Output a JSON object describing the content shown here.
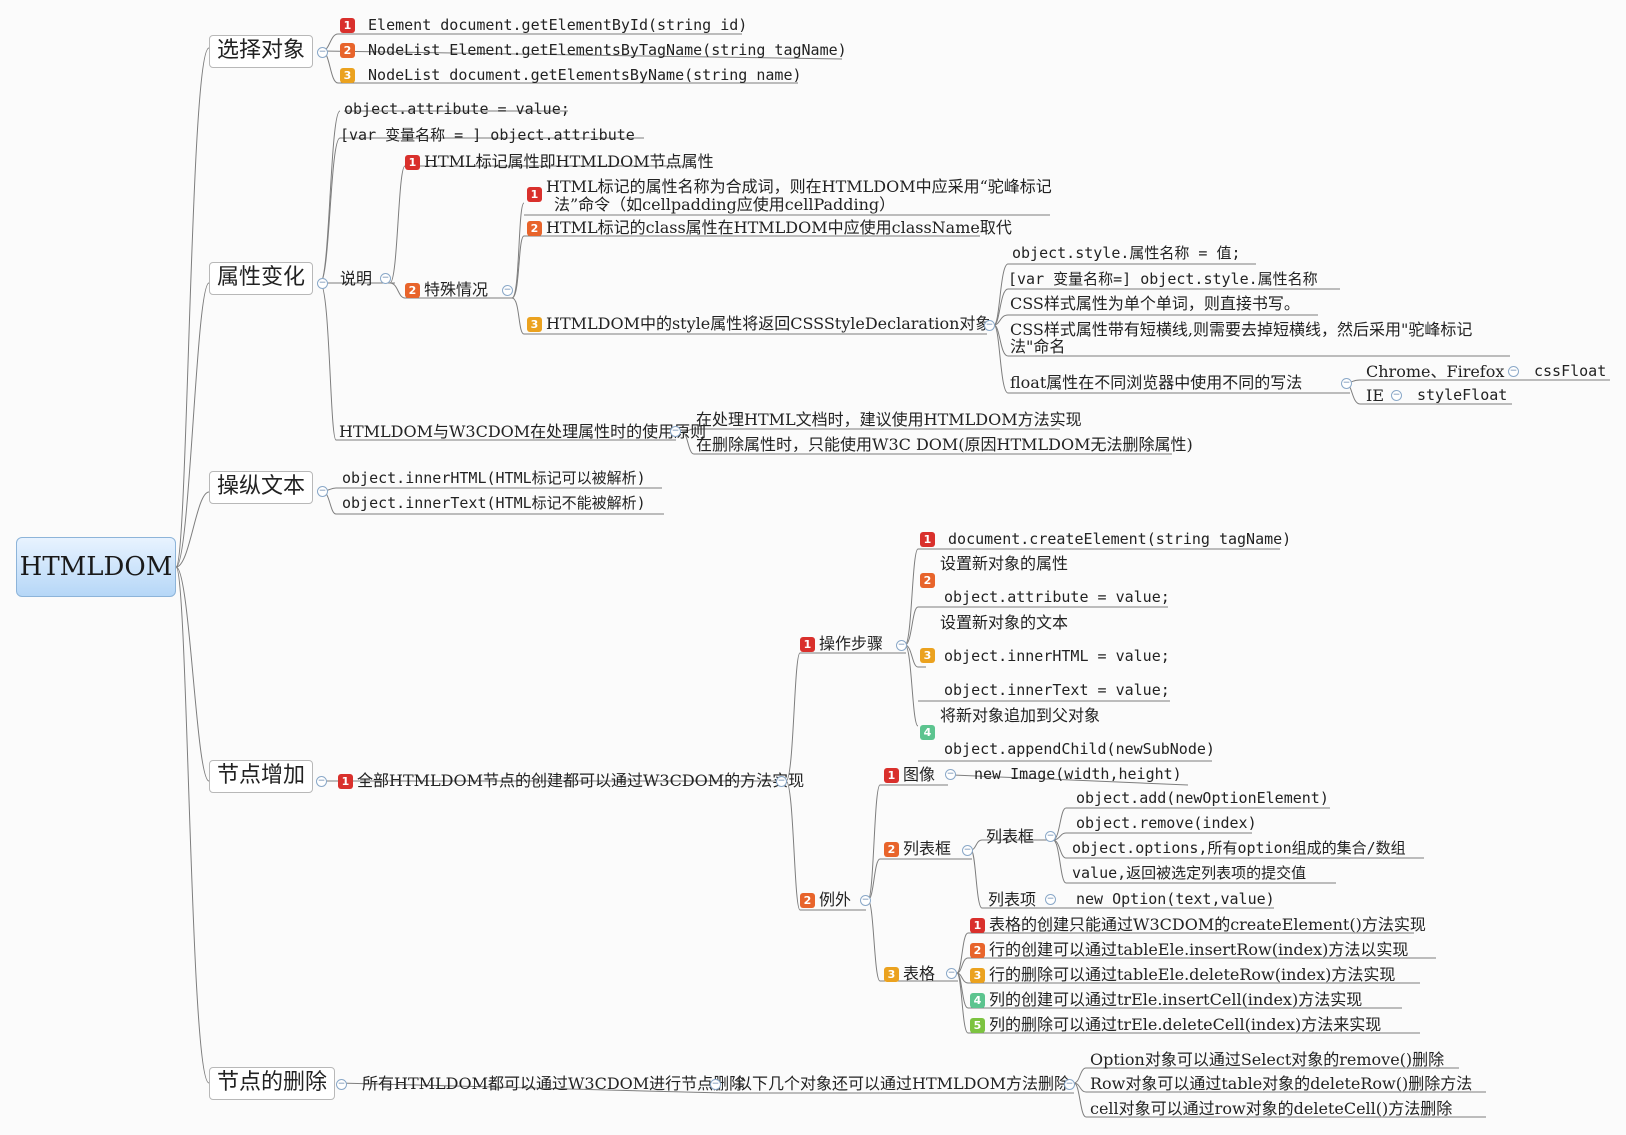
{
  "root": "HTMLDOM",
  "colors": {
    "line": "#7e7e7e",
    "root_top": "#e8f3ff",
    "root_bottom": "#b6d7f7",
    "p1": "#d9302c",
    "p2": "#e8642b",
    "p3": "#eba21f",
    "p4": "#5cc48f",
    "p5": "#7cc340"
  },
  "select": {
    "title": "选择对象",
    "items": [
      "Element document.getElementById(string id)",
      "NodeList Element.getElementsByTagName(string tagName)",
      "NodeList document.getElementsByName(string name)"
    ]
  },
  "attr": {
    "title": "属性变化",
    "set": "object.attribute = value;",
    "get": "[var 变量名称 = ] object.attribute",
    "explain": "说明",
    "html_attr": "HTML标记属性即HTMLDOM节点属性",
    "special": "特殊情况",
    "camel": "HTML标记的属性名称为合成词，则在HTMLDOM中应采用“驼峰标记法”命令（如cellpadding应使用cellPadding）",
    "camel_l1": "HTML标记的属性名称为合成词，则在HTMLDOM中应采用“驼峰标记",
    "camel_l2": "法”命令（如cellpadding应使用cellPadding）",
    "classname": "HTML标记的class属性在HTMLDOM中应使用className取代",
    "style": "HTMLDOM中的style属性将返回CSSStyleDeclaration对象",
    "style_set": "object.style.属性名称 = 值;",
    "style_get": "[var 变量名称=] object.style.属性名称",
    "css_single": "CSS样式属性为单个单词，则直接书写。",
    "css_dash_l1": "CSS样式属性带有短横线,则需要去掉短横线，然后采用\"驼峰标记",
    "css_dash_l2": "法\"命名",
    "float": "float属性在不同浏览器中使用不同的写法",
    "chrome": "Chrome、Firefox",
    "cssfloat": "cssFloat",
    "ie": "IE",
    "stylefloat": "styleFloat",
    "principle": "HTMLDOM与W3CDOM在处理属性时的使用原则",
    "principle_a": "在处理HTML文档时，建议使用HTMLDOM方法实现",
    "principle_b": "在删除属性时，只能使用W3C DOM(原因HTMLDOM无法删除属性)"
  },
  "text": {
    "title": "操纵文本",
    "inner_html": "object.innerHTML(HTML标记可以被解析)",
    "inner_text": "object.innerText(HTML标记不能被解析)"
  },
  "add": {
    "title": "节点增加",
    "all": "全部HTMLDOM节点的创建都可以通过W3CDOM的方法实现",
    "steps": "操作步骤",
    "step1": "document.createElement(string tagName)",
    "step2_title": "设置新对象的属性",
    "step2_code": "object.attribute = value;",
    "step3_title": "设置新对象的文本",
    "step3_html": "object.innerHTML = value;",
    "step3_text": "object.innerText = value;",
    "step4_title": "将新对象追加到父对象",
    "step4_code": "object.appendChild(newSubNode)",
    "exceptions": "例外",
    "image": "图像",
    "image_code": "new Image(width,height)",
    "listbox": "列表框",
    "listbox_sub": "列表框",
    "lb_add": "object.add(newOptionElement)",
    "lb_remove": "object.remove(index)",
    "lb_options": "object.options,所有option组成的集合/数组",
    "lb_value": "value,返回被选定列表项的提交值",
    "listitem": "列表项",
    "li_code": "new Option(text,value)",
    "table": "表格",
    "t1": "表格的创建只能通过W3CDOM的createElement()方法实现",
    "t2": "行的创建可以通过tableEle.insertRow(index)方法以实现",
    "t3": "行的删除可以通过tableEle.deleteRow(index)方法实现",
    "t4": "列的创建可以通过trEle.insertCell(index)方法实现",
    "t5": "列的删除可以通过trEle.deleteCell(index)方法来实现"
  },
  "del": {
    "title": "节点的删除",
    "all": "所有HTMLDOM都可以通过W3CDOM进行节点删除",
    "some": "以下几个对象还可以通过HTMLDOM方法删除",
    "opt": "Option对象可以通过Select对象的remove()删除",
    "row": "Row对象可以通过table对象的deleteRow()删除方法",
    "cell": "cell对象可以通过row对象的deleteCell()方法删除"
  },
  "badges": {
    "n1": "1",
    "n2": "2",
    "n3": "3",
    "n4": "4",
    "n5": "5"
  }
}
